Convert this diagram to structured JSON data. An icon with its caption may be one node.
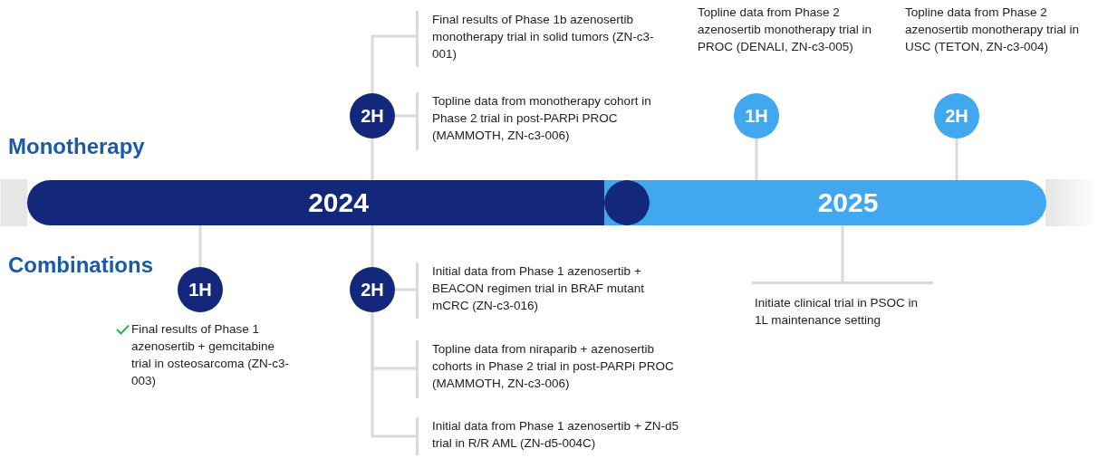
{
  "diagram": {
    "nodes": [
      {
        "text": [
          "2024"
        ]
      },
      {
        "text": [
          "2025"
        ]
      },
      {
        "text": [
          "2H"
        ]
      },
      {
        "text": [
          "Final results of Phase 1b azenosertib monotherapy trial in solid tumors (ZN-c3-001)"
        ]
      },
      {
        "text": [
          "Topline data from monotherapy cohort in Phase 2 trial in post-PARPi PROC (MAMMOTH, ZN-c3-006)"
        ]
      },
      {
        "text": [
          "1H"
        ]
      },
      {
        "text": [
          "Topline data from Phase 2 azenosertib monotherapy trial in PROC (DENALI, ZN-c3-005)"
        ]
      },
      {
        "text": [
          "2H"
        ]
      },
      {
        "text": [
          "Topline data from Phase 2 azenosertib monotherapy trial in USC (TETON, ZN-c3-004)"
        ]
      },
      {
        "text": [
          "1H"
        ]
      },
      {
        "text": [
          "Final results of Phase 1 azenosertib + gemcitabine trial in osteosarcoma (ZN-c3-003)"
        ]
      },
      {
        "text": [
          "2H"
        ]
      },
      {
        "text": [
          "Initial data from Phase 1 azenosertib + BEACON regimen trial in BRAF mutant mCRC (ZN-c3-016)"
        ]
      },
      {
        "text": [
          "Topline data from niraparib + azenosertib cohorts in Phase 2 trial in post-PARPi PROC (MAMMOTH, ZN-c3-006)"
        ]
      },
      {
        "text": [
          "Initial data from Phase 1 azenosertib + ZN-d5 trial in R/R AML (ZN-d5-004C)"
        ]
      },
      {
        "text": [
          "Initiate clinical trial in PSOC in 1L maintenance setting"
        ]
      }
    ],
    "edges": [
      {
        "from": 0,
        "to": 2,
        "arrow": "none"
      },
      {
        "from": 2,
        "to": 3,
        "arrow": "none"
      },
      {
        "from": 2,
        "to": 4,
        "arrow": "none"
      },
      {
        "from": 1,
        "to": 5,
        "arrow": "none"
      },
      {
        "from": 1,
        "to": 7,
        "arrow": "none"
      },
      {
        "from": 0,
        "to": 9,
        "arrow": "none"
      },
      {
        "from": 0,
        "to": 11,
        "arrow": "none"
      },
      {
        "from": 11,
        "to": 12,
        "arrow": "none"
      },
      {
        "from": 11,
        "to": 13,
        "arrow": "none"
      },
      {
        "from": 11,
        "to": 14,
        "arrow": "none"
      },
      {
        "from": 1,
        "to": 15,
        "arrow": "none"
      }
    ],
    "labels": [
      "Monotherapy",
      "Combinations"
    ]
  }
}
